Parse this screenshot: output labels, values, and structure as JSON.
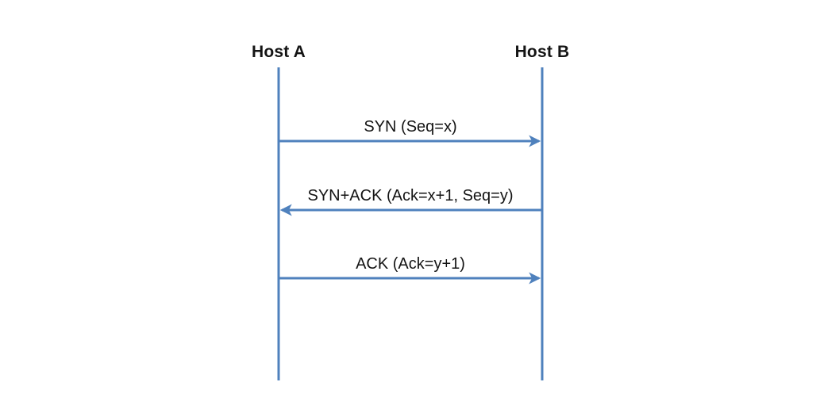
{
  "diagram": {
    "hosts": [
      {
        "id": "host-a",
        "label": "Host A"
      },
      {
        "id": "host-b",
        "label": "Host B"
      }
    ],
    "messages": [
      {
        "label": "SYN (Seq=x)",
        "from": "host-a",
        "to": "host-b",
        "direction": "right"
      },
      {
        "label": "SYN+ACK (Ack=x+1, Seq=y)",
        "from": "host-b",
        "to": "host-a",
        "direction": "left"
      },
      {
        "label": "ACK (Ack=y+1)",
        "from": "host-a",
        "to": "host-b",
        "direction": "right"
      }
    ],
    "colors": {
      "line": "#4f81bd",
      "text": "#141414"
    }
  }
}
